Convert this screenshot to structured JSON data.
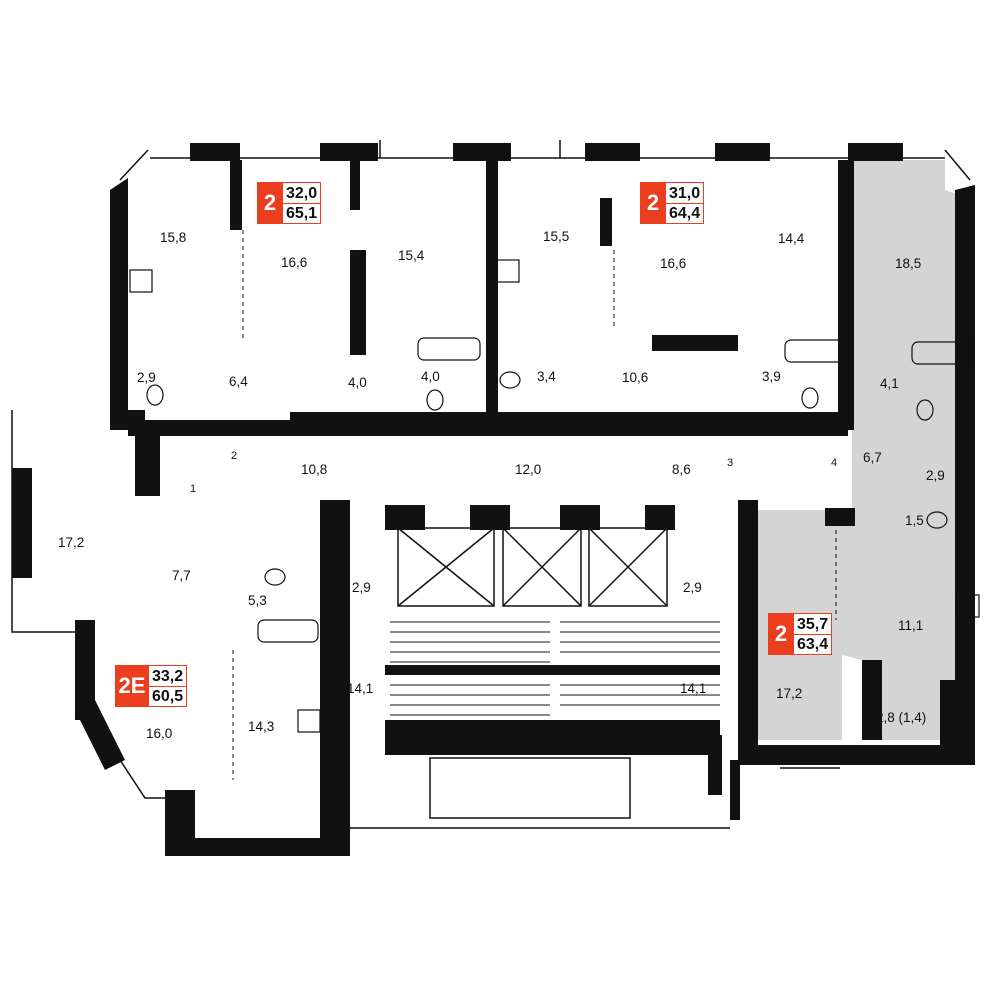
{
  "apartments": [
    {
      "id": "apt-a",
      "rooms": "2",
      "living_area": "32,0",
      "total_area": "65,1",
      "color": "#ea3e1f"
    },
    {
      "id": "apt-b",
      "rooms": "2",
      "living_area": "31,0",
      "total_area": "64,4",
      "color": "#ea3e1f"
    },
    {
      "id": "apt-c",
      "rooms": "2",
      "living_area": "35,7",
      "total_area": "63,4",
      "color": "#ea3e1f"
    },
    {
      "id": "apt-d",
      "rooms": "2E",
      "living_area": "33,2",
      "total_area": "60,5",
      "color": "#ea3e1f"
    }
  ],
  "rooms": [
    "15,8",
    "16,6",
    "15,4",
    "15,5",
    "16,6",
    "14,4",
    "18,5",
    "2,9",
    "6,4",
    "4,0",
    "4,0",
    "3,4",
    "10,6",
    "3,9",
    "4,1",
    "10,8",
    "12,0",
    "8,6",
    "6,7",
    "2,9",
    "1,5",
    "17,2",
    "7,7",
    "5,3",
    "2,9",
    "2,9",
    "11,1",
    "14,1",
    "14,1",
    "17,2",
    "16,0",
    "14,3",
    "2,8 (1,4)"
  ],
  "door_numbers": [
    "1",
    "2",
    "3",
    "4"
  ],
  "colors": {
    "wall": "#111111",
    "highlight": "#d4d4d4",
    "accent": "#ea3e1f"
  }
}
